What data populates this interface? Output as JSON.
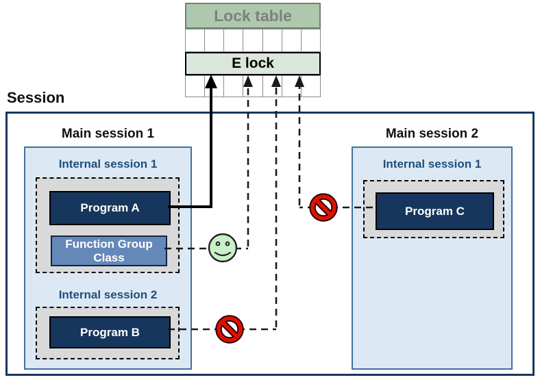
{
  "lock_table": {
    "title": "Lock table",
    "lock_label": "E lock",
    "column_count": 7
  },
  "session": {
    "title": "Session",
    "main_session_1": {
      "title": "Main session 1",
      "internal_session_1": {
        "label": "Internal session 1",
        "program_a": "Program A",
        "function_group_class": "Function Group Class"
      },
      "internal_session_2": {
        "label": "Internal session 2",
        "program_b": "Program B"
      }
    },
    "main_session_2": {
      "title": "Main session 2",
      "internal_session_1": {
        "label": "Internal session 1",
        "program_c": "Program C"
      }
    }
  },
  "connections": [
    {
      "from": "Program A",
      "to": "E lock",
      "style": "solid",
      "result": "holds-lock"
    },
    {
      "from": "Function Group Class",
      "to": "E lock",
      "style": "dashed",
      "result": "allowed",
      "icon": "smiley-icon"
    },
    {
      "from": "Program B",
      "to": "E lock",
      "style": "dashed",
      "result": "denied",
      "icon": "no-entry-icon"
    },
    {
      "from": "Program C",
      "to": "E lock",
      "style": "dashed",
      "result": "denied",
      "icon": "no-entry-icon"
    }
  ],
  "colors": {
    "program_box": "#17365D",
    "function_group_box": "#6488B8",
    "main_session_fill": "#DCE9F5",
    "main_session_border": "#41719C",
    "internal_session_fill": "#D9D9D9",
    "session_border": "#17375E",
    "lock_table_header_fill": "#AEC8AE",
    "lock_table_header_text": "#7F7F7F",
    "e_lock_fill": "#DBE7DB",
    "internal_label_text": "#1F4E79",
    "smiley_fill": "#C9F0C9",
    "no_entry_red": "#DD1100"
  }
}
